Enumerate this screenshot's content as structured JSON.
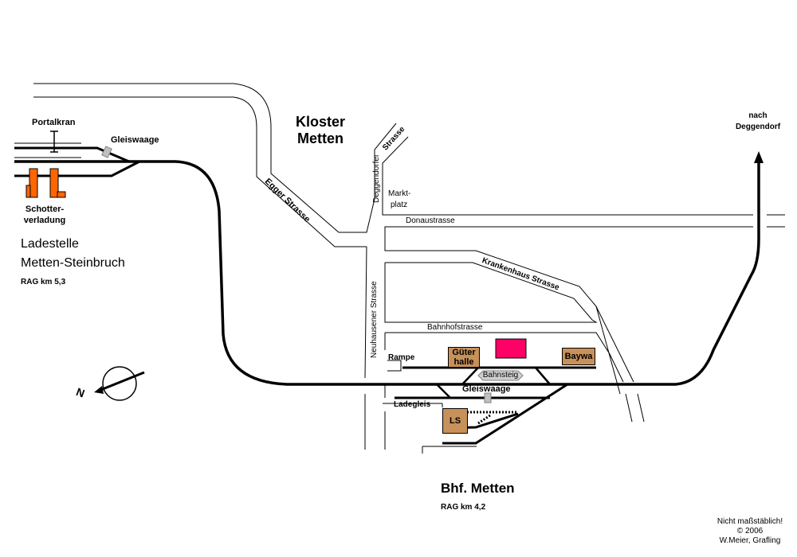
{
  "map": {
    "title": "Bhf. Metten",
    "station_km": "RAG km 4,2",
    "colors": {
      "track": "#000000",
      "road_outline": "#000000",
      "building_brown": "#c8915a",
      "loading_orange": "#ff6600",
      "magenta_building": "#ff0066",
      "scale_gray": "#c0c0c0"
    },
    "labels": {
      "portalkran": "Portalkran",
      "gleiswaage_left": "Gleiswaage",
      "schotter_line1": "Schotter-",
      "schotter_line2": "verladung",
      "ladestelle_line1": "Ladestelle",
      "ladestelle_line2": "Metten-Steinbruch",
      "ladestelle_km": "RAG km 5,3",
      "kloster_line1": "Kloster",
      "kloster_line2": "Metten",
      "markt_line1": "Markt-",
      "markt_line2": "platz",
      "nach_line1": "nach",
      "nach_line2": "Deggendorf",
      "rampe": "Rampe",
      "gleiswaage_station": "Gleiswaage",
      "ladegleis": "Ladegleis",
      "bahnsteig": "Bahnsteig",
      "compass_north": "N"
    },
    "streets": {
      "egger": "Egger Strasse",
      "deggendorfer": "Deggendorfer",
      "deggendorfer_strasse": "Strasse",
      "donau": "Donaustrasse",
      "krankenhaus": "Krankenhaus Strasse",
      "neuhausener": "Neuhausener Strasse",
      "bahnhof": "Bahnhofstrasse"
    },
    "buildings": {
      "gueterhalle_line1": "Güter",
      "gueterhalle_line2": "halle",
      "baywa": "Baywa",
      "ls": "LS"
    },
    "footer": {
      "scale_note": "Nicht maßstäblich!",
      "copyright": "© 2006",
      "author": "W.Meier, Grafling"
    }
  }
}
